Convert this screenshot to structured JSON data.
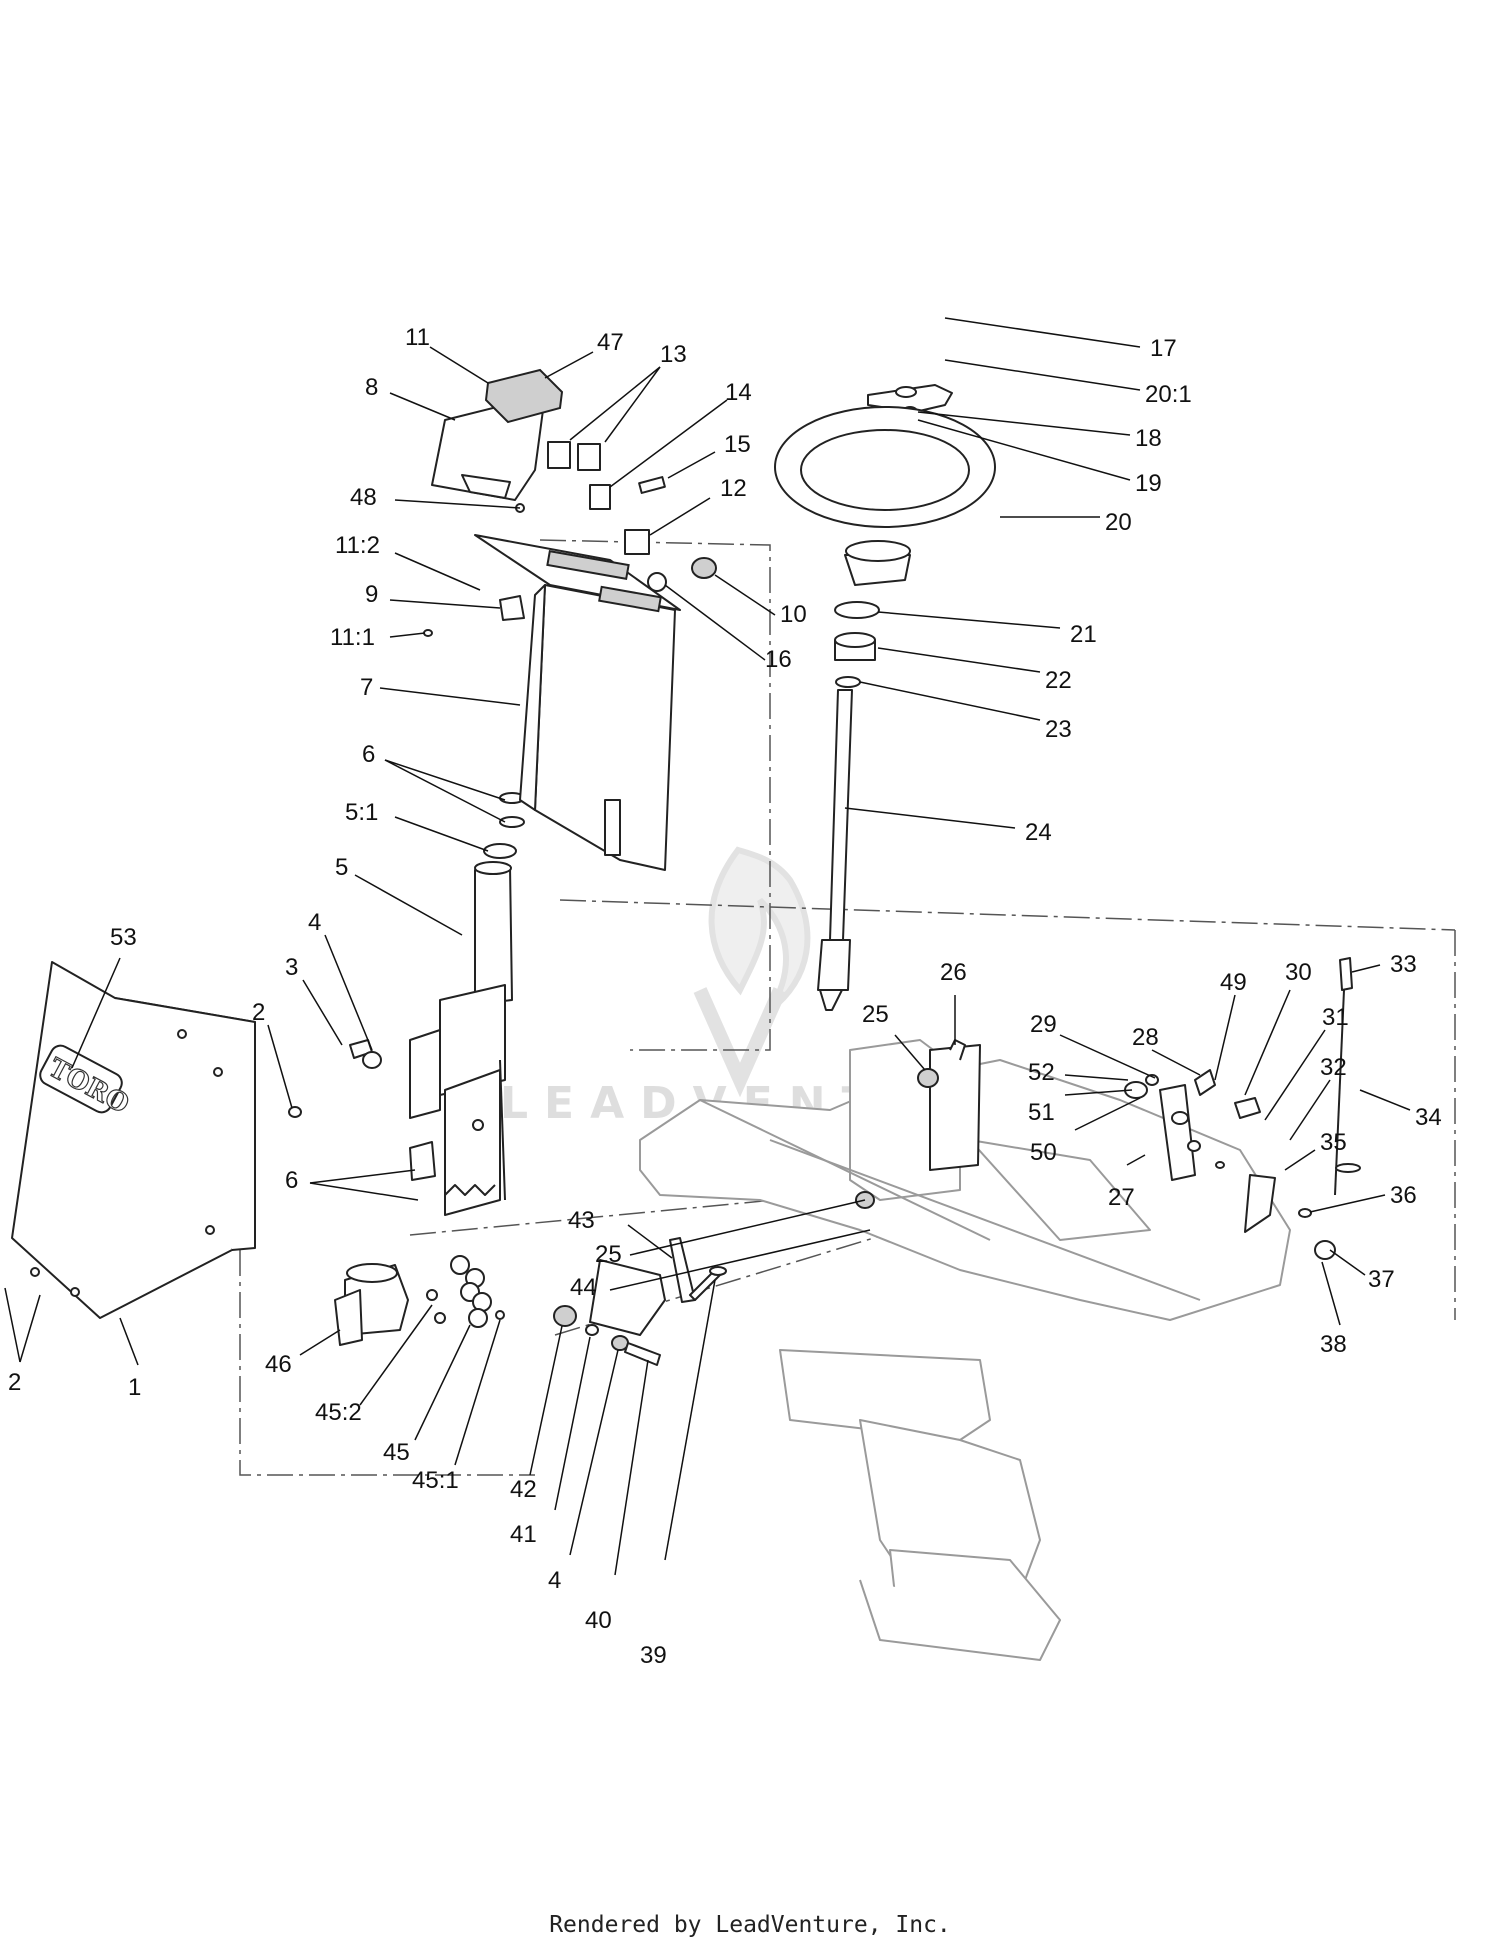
{
  "watermark": "LEADVENTURE",
  "footer": "Rendered by LeadVenture, Inc.",
  "logo_text": "TORO",
  "callouts": [
    {
      "id": "c11",
      "label": "11"
    },
    {
      "id": "c47",
      "label": "47"
    },
    {
      "id": "c13",
      "label": "13"
    },
    {
      "id": "c8",
      "label": "8"
    },
    {
      "id": "c14",
      "label": "14"
    },
    {
      "id": "c15",
      "label": "15"
    },
    {
      "id": "c12",
      "label": "12"
    },
    {
      "id": "c48",
      "label": "48"
    },
    {
      "id": "c11_2",
      "label": "11:2"
    },
    {
      "id": "c9",
      "label": "9"
    },
    {
      "id": "c10",
      "label": "10"
    },
    {
      "id": "c16",
      "label": "16"
    },
    {
      "id": "c11_1",
      "label": "11:1"
    },
    {
      "id": "c7",
      "label": "7"
    },
    {
      "id": "c6a",
      "label": "6"
    },
    {
      "id": "c5_1",
      "label": "5:1"
    },
    {
      "id": "c5",
      "label": "5"
    },
    {
      "id": "c17",
      "label": "17"
    },
    {
      "id": "c20_1",
      "label": "20:1"
    },
    {
      "id": "c18",
      "label": "18"
    },
    {
      "id": "c19",
      "label": "19"
    },
    {
      "id": "c20",
      "label": "20"
    },
    {
      "id": "c21",
      "label": "21"
    },
    {
      "id": "c22",
      "label": "22"
    },
    {
      "id": "c23",
      "label": "23"
    },
    {
      "id": "c24",
      "label": "24"
    },
    {
      "id": "c53",
      "label": "53"
    },
    {
      "id": "c4a",
      "label": "4"
    },
    {
      "id": "c3",
      "label": "3"
    },
    {
      "id": "c2a",
      "label": "2"
    },
    {
      "id": "c6b",
      "label": "6"
    },
    {
      "id": "c2b",
      "label": "2"
    },
    {
      "id": "c1",
      "label": "1"
    },
    {
      "id": "c46",
      "label": "46"
    },
    {
      "id": "c45_2",
      "label": "45:2"
    },
    {
      "id": "c45",
      "label": "45"
    },
    {
      "id": "c45_1",
      "label": "45:1"
    },
    {
      "id": "c33",
      "label": "33"
    },
    {
      "id": "c26",
      "label": "26"
    },
    {
      "id": "c25a",
      "label": "25"
    },
    {
      "id": "c29",
      "label": "29"
    },
    {
      "id": "c28",
      "label": "28"
    },
    {
      "id": "c49",
      "label": "49"
    },
    {
      "id": "c30",
      "label": "30"
    },
    {
      "id": "c31",
      "label": "31"
    },
    {
      "id": "c52",
      "label": "52"
    },
    {
      "id": "c51",
      "label": "51"
    },
    {
      "id": "c32",
      "label": "32"
    },
    {
      "id": "c34",
      "label": "34"
    },
    {
      "id": "c50",
      "label": "50"
    },
    {
      "id": "c35",
      "label": "35"
    },
    {
      "id": "c27",
      "label": "27"
    },
    {
      "id": "c36",
      "label": "36"
    },
    {
      "id": "c25b",
      "label": "25"
    },
    {
      "id": "c44",
      "label": "44"
    },
    {
      "id": "c37",
      "label": "37"
    },
    {
      "id": "c38",
      "label": "38"
    },
    {
      "id": "c43",
      "label": "43"
    },
    {
      "id": "c42",
      "label": "42"
    },
    {
      "id": "c41",
      "label": "41"
    },
    {
      "id": "c4b",
      "label": "4"
    },
    {
      "id": "c40",
      "label": "40"
    },
    {
      "id": "c39",
      "label": "39"
    }
  ]
}
